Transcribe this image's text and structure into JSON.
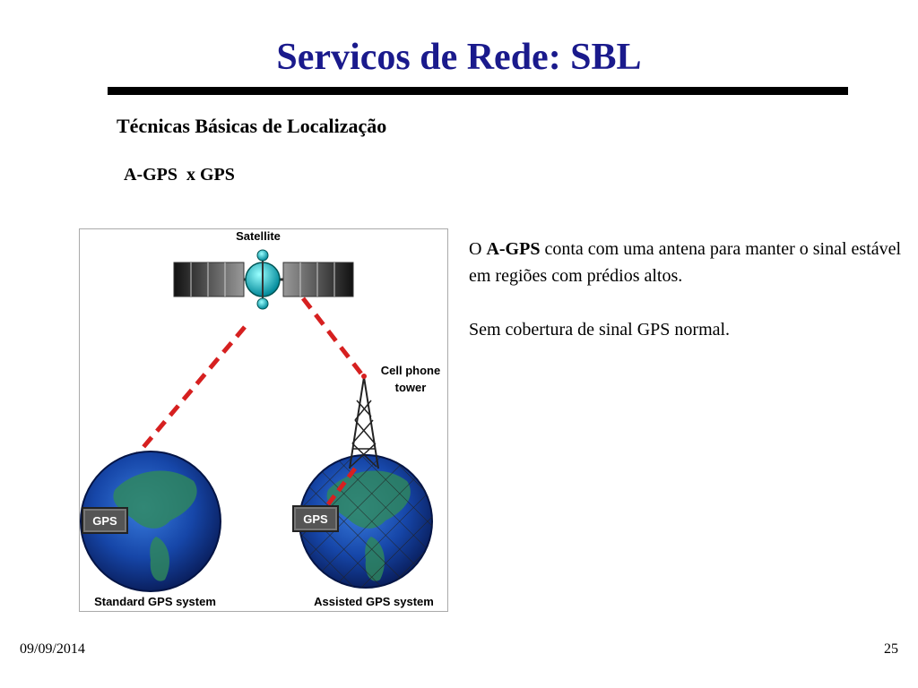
{
  "slide": {
    "title": "Servicos de Rede: SBL",
    "subtitle": "Técnicas Básicas de Localização",
    "section": "A-GPS  x GPS"
  },
  "figure": {
    "satellite_label": "Satellite",
    "tower_label_line1": "Cell phone",
    "tower_label_line2": "tower",
    "gps_badge_left": "GPS",
    "gps_badge_right": "GPS",
    "caption_left": "Standard GPS system",
    "caption_right": "Assisted GPS system"
  },
  "body": {
    "p1_prefix": "O ",
    "p1_bold": "A-GPS",
    "p1_rest": " conta com uma antena para manter o sinal estável em regiões com prédios altos.",
    "p2": "Sem cobertura de sinal  GPS normal."
  },
  "footer": {
    "date": "09/09/2014",
    "page": "25"
  }
}
